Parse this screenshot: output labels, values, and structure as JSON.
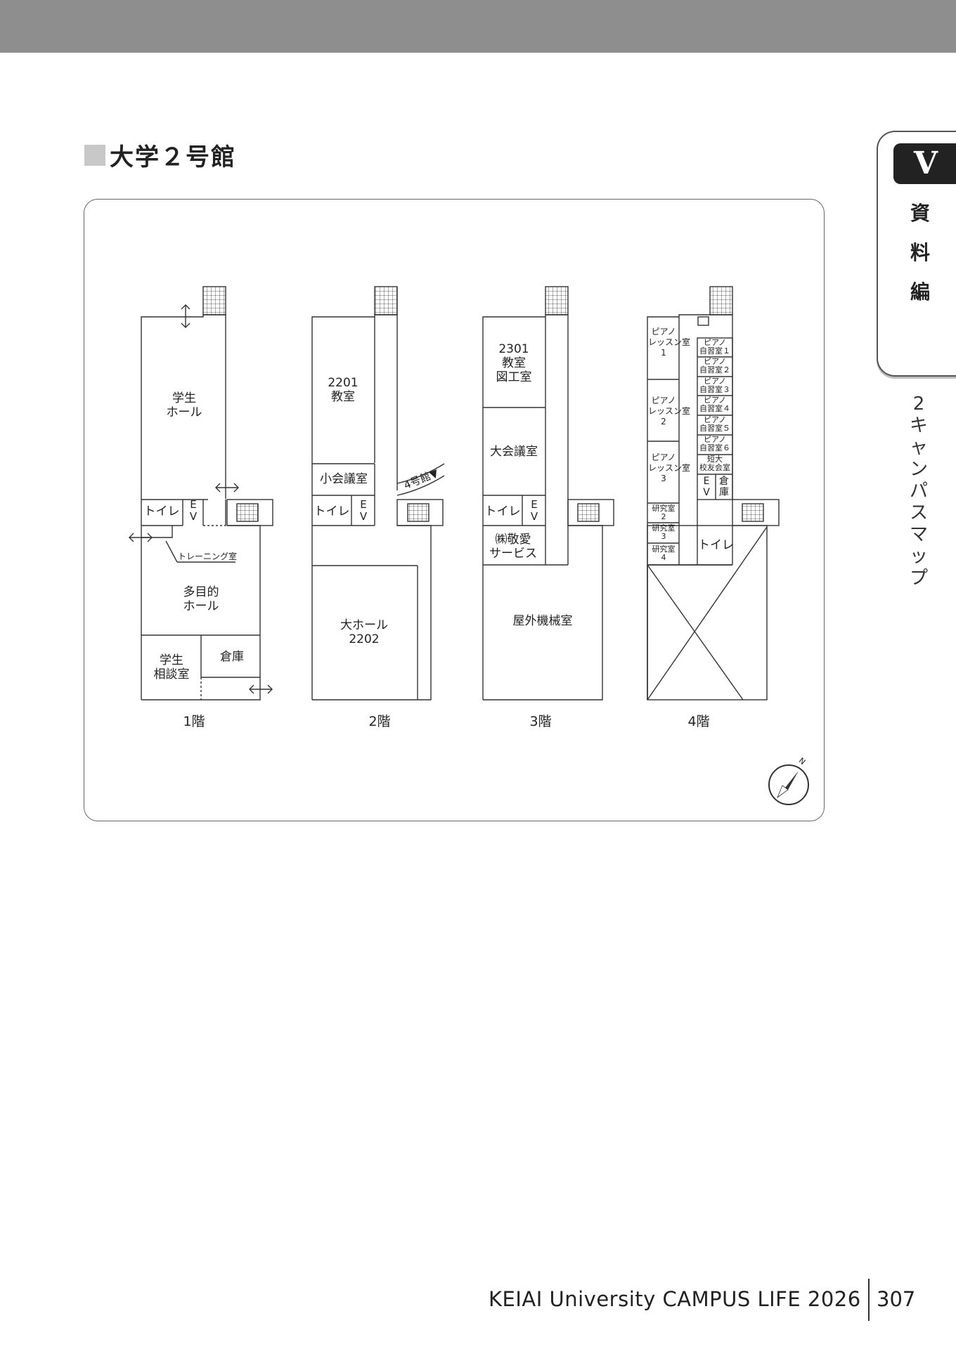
{
  "title": "大学２号館",
  "side_tab": {
    "roman": "V",
    "chars": [
      "資",
      "料",
      "編"
    ],
    "sub_chars": [
      "2",
      "キ",
      "ャ",
      "ン",
      "パ",
      "ス",
      "マ",
      "ッ",
      "プ"
    ]
  },
  "labels": {
    "f1_student_hall": "学生\nホール",
    "f1_toilet": "トイレ",
    "f1_ev": "E\nV",
    "f1_training": "トレーニング室",
    "f1_multipurpose": "多目的\nホール",
    "f1_consult": "学生\n相談室",
    "f1_storage": "倉庫",
    "f2_2201": "2201\n教室",
    "f2_small_conf": "小会議室",
    "f2_toilet": "トイレ",
    "f2_ev": "E\nV",
    "f2_bldg4": "4号館▼",
    "f2_hall": "大ホール\n2202",
    "f3_2301": "2301\n教室\n図工室",
    "f3_conf": "大会議室",
    "f3_toilet": "トイレ",
    "f3_ev": "E\nV",
    "f3_keiai": "㈱敬愛\nサービス",
    "f3_machine": "屋外機械室",
    "f4_lesson1": "ピアノ\nレッスン室\n1",
    "f4_lesson2": "ピアノ\nレッスン室\n2",
    "f4_lesson3": "ピアノ\nレッスン室\n3",
    "f4_lab2": "研究室\n2",
    "f4_lab3": "研究室\n3",
    "f4_lab4": "研究室\n4",
    "f4_practice1": "ピアノ\n自習室１",
    "f4_practice2": "ピアノ\n自習室２",
    "f4_practice3": "ピアノ\n自習室３",
    "f4_practice4": "ピアノ\n自習室４",
    "f4_practice5": "ピアノ\n自習室５",
    "f4_practice6": "ピアノ\n自習室６",
    "f4_alumni": "短大\n校友会室",
    "f4_ev": "E\nV",
    "f4_storage": "倉\n庫",
    "f4_toilet": "トイレ"
  },
  "floors": [
    "1階",
    "2階",
    "3階",
    "4階"
  ],
  "compass": "N",
  "footer": {
    "text": "KEIAI University CAMPUS LIFE 2026",
    "page": "307"
  }
}
